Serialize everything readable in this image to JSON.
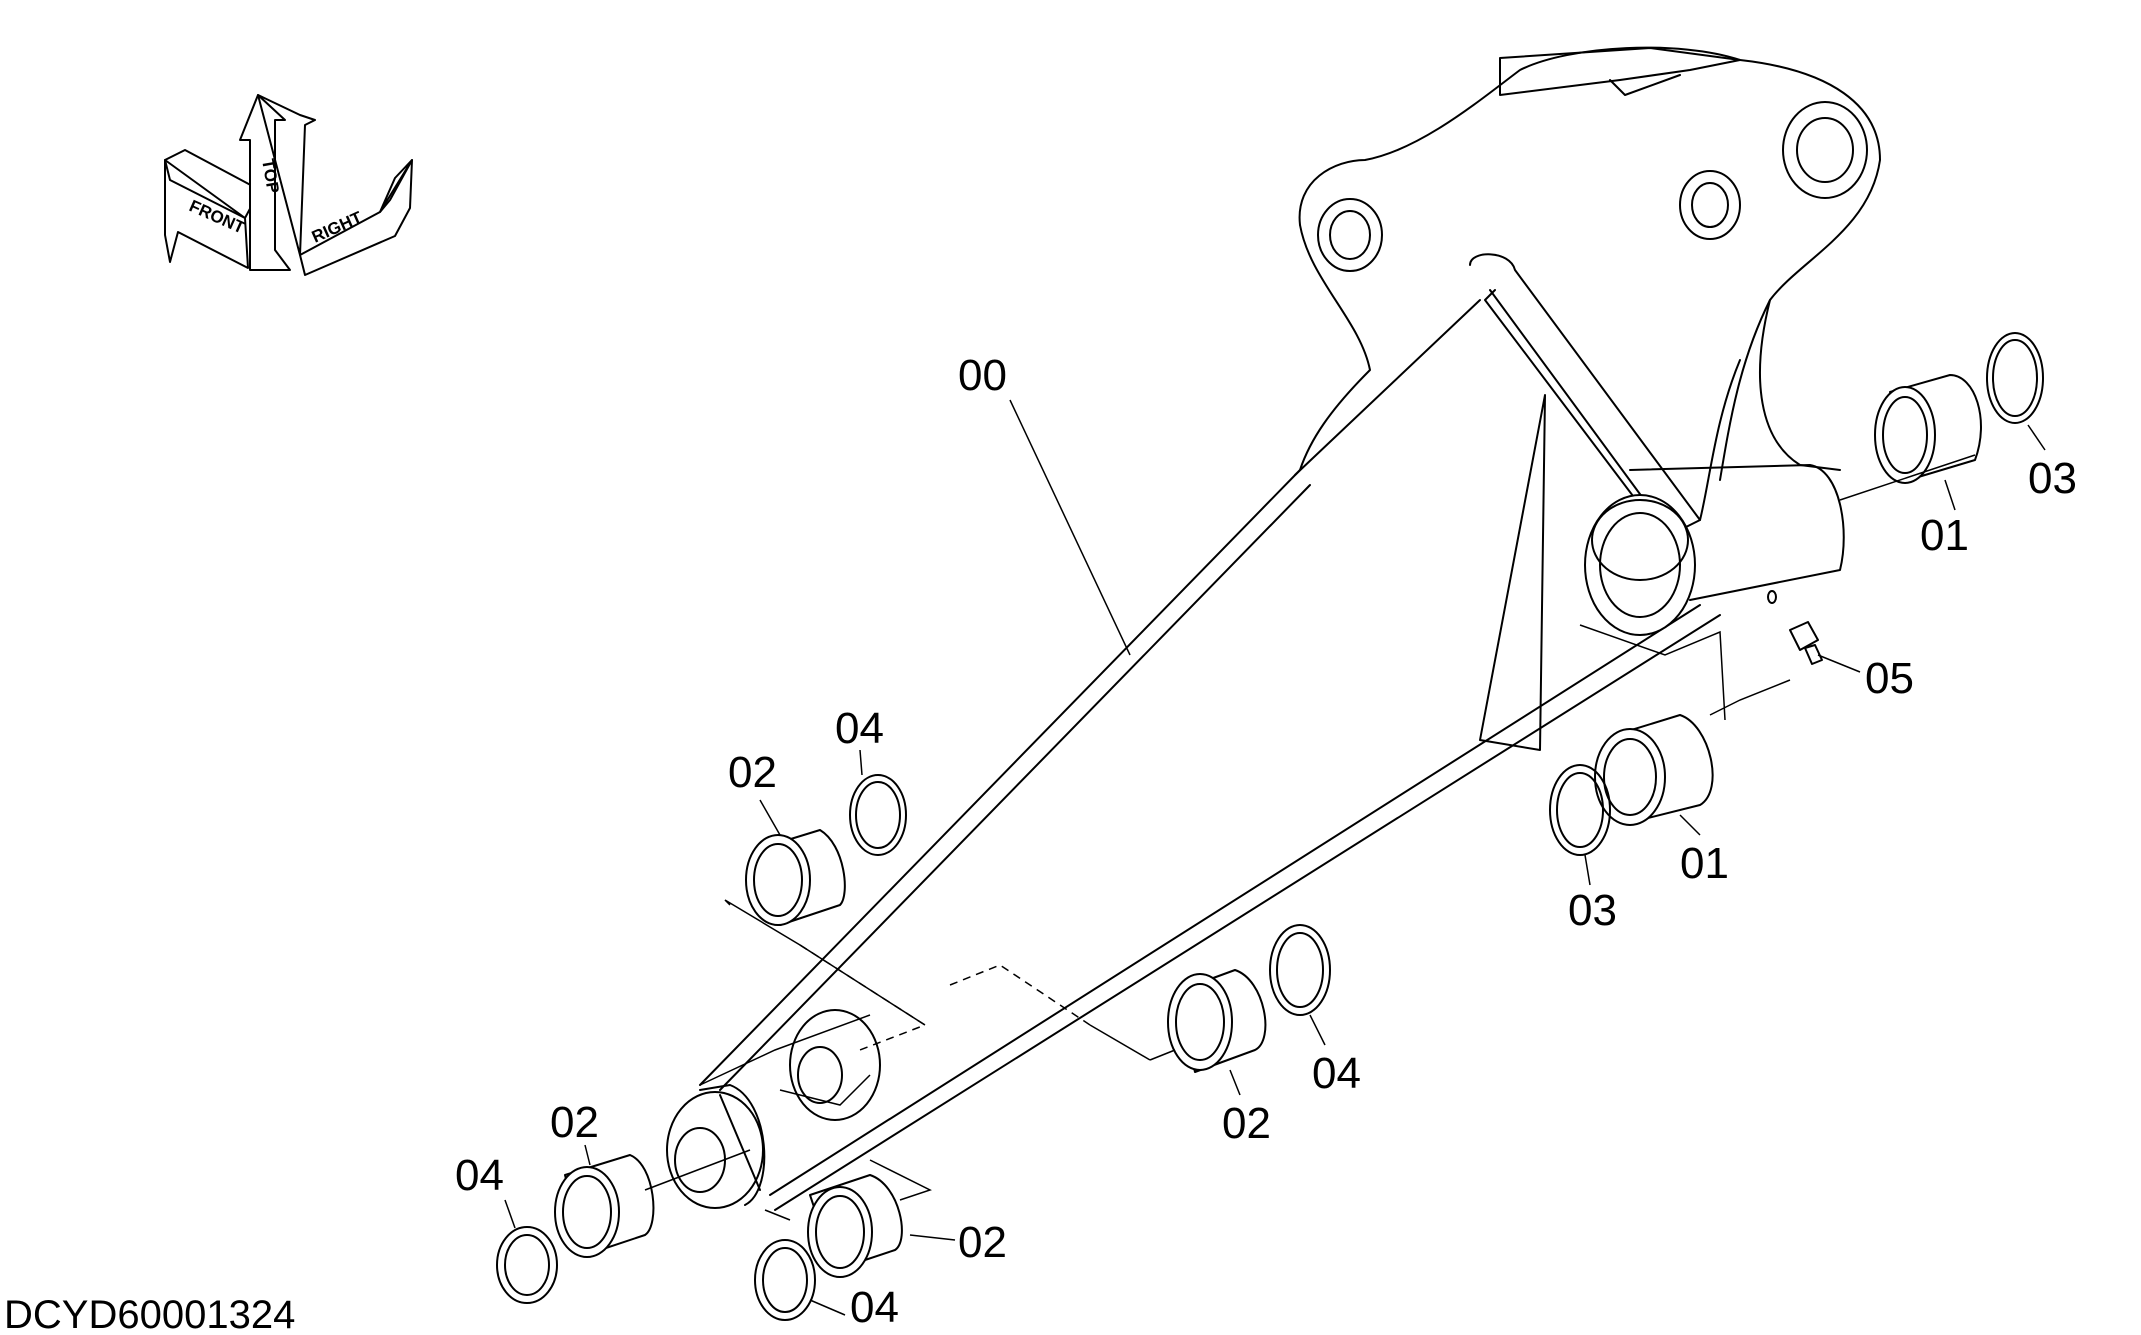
{
  "drawing_code": "DCYD60001324",
  "orientation": {
    "front": "FRONT",
    "top": "TOP",
    "right": "RIGHT"
  },
  "callouts": {
    "arm": "00",
    "bush_top_right": "01",
    "ring_top_right": "03",
    "fitting": "05",
    "bush_mid_right": "01",
    "ring_mid_right": "03",
    "bush_upper_left": "02",
    "ring_upper_left": "04",
    "bush_center": "02",
    "ring_center": "04",
    "bush_lower_left": "02",
    "ring_lower_left": "04",
    "bush_bottom": "02",
    "ring_bottom": "04"
  }
}
